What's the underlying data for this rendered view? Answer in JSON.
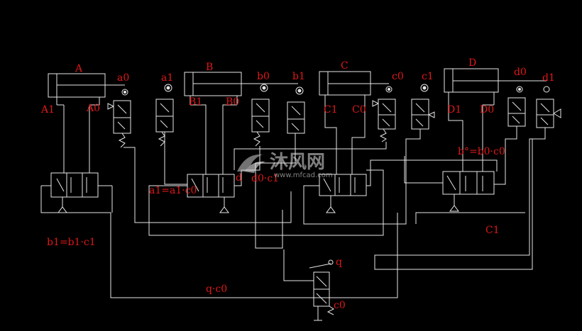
{
  "cylinder_labels": {
    "A": "A",
    "B": "B",
    "C": "C",
    "D": "D",
    "A1": "A1",
    "A0": "A0",
    "B1": "B1",
    "B0": "B0",
    "C1": "C1",
    "C0": "C0",
    "D1": "D1",
    "D0": "D0"
  },
  "sensor_labels": {
    "a0": "a0",
    "a1": "a1",
    "b0": "b0",
    "b1": "b1",
    "c0": "c0",
    "c1": "c1",
    "d0": "d0",
    "d1": "d1"
  },
  "logic_labels": {
    "a1_eq": "a1=a1·c0",
    "d0c1": "d0·c1",
    "d_mark": "d",
    "b_star": "b°=b0·c0",
    "c1_lower": "C1",
    "b1_eq": "b1=b1·c1",
    "q_c0": "q·c0",
    "q": "q",
    "c0_valve": "c0"
  },
  "watermark": {
    "brand": "沐风网",
    "url": "www.mfcad.com"
  },
  "colors": {
    "line": "#e6e6e6",
    "label": "#e01818",
    "background": "#000000"
  }
}
